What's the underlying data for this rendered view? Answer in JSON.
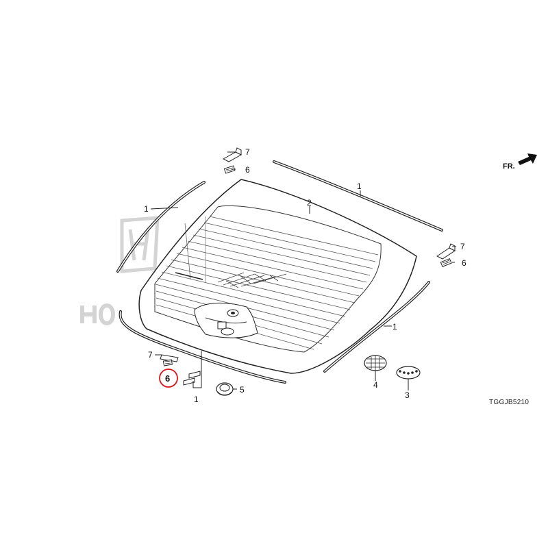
{
  "diagram": {
    "part_code": "TGGJB5210",
    "direction_label": "FR.",
    "highlight_color": "#d9141b",
    "watermark_color": "#d4d4d4",
    "callouts": {
      "mold_top_left": "1",
      "mold_top_right": "1",
      "mold_right": "1",
      "mold_bottom": "1",
      "glass": "2",
      "emblem_3": "3",
      "emblem_4": "4",
      "grommet": "5",
      "clip_top": "6",
      "clip_right": "6",
      "clip_left": "6",
      "fastener_top": "7",
      "fastener_right": "7",
      "fastener_left": "7"
    }
  }
}
